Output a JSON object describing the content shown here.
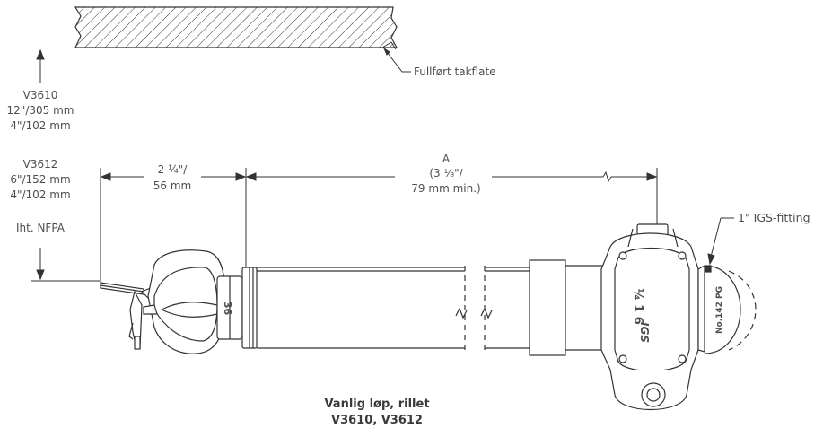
{
  "labels": {
    "ceiling": "Fullført takflate",
    "fitting": "1\" IGS-fitting",
    "dimension_a": {
      "letter": "A",
      "line1": "(3 ¹⁄₈\"/",
      "line2": "79 mm min.)"
    },
    "dimension_left": {
      "line1": "2 ¼\"/",
      "line2": "56 mm"
    },
    "vertical_dims": {
      "v3610_model": "V3610",
      "v3610_a": "12\"/305 mm",
      "v3610_b": "4\"/102 mm",
      "v3612_model": "V3612",
      "v3612_a": "6\"/152 mm",
      "v3612_b": "4\"/102 mm",
      "standard": "Iht. NFPA"
    }
  },
  "part_markings": {
    "wrench_boss": "36",
    "coupling_size": "¼ 1 6",
    "coupling_brand": "IGS",
    "fitting_number": "No.142 PG"
  },
  "caption": {
    "line1": "Vanlig løp, rillet",
    "line2": "V3610, V3612"
  },
  "colors": {
    "stroke": "#333333",
    "text": "#4d4d4d"
  }
}
